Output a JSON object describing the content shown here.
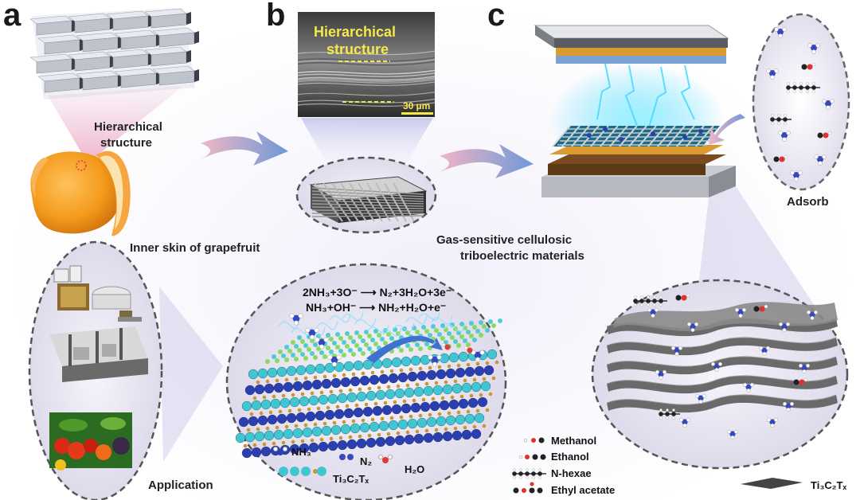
{
  "panels": {
    "a": "a",
    "b": "b",
    "c": "c"
  },
  "labels": {
    "hierarchical_structure_line1": "Hierarchical",
    "hierarchical_structure_line2": "structure",
    "sem_title_line1": "Hierarchical",
    "sem_title_line2": "structure",
    "scale_bar": "30 µm",
    "inner_skin": "Inner skin of grapefruit",
    "gas_sensitive_line1": "Gas-sensitive cellulosic",
    "gas_sensitive_line2": "triboelectric materials",
    "adsorb": "Adsorb",
    "application": "Application",
    "ti3c2tx_corner": "Ti₃C₂Tₓ"
  },
  "equations": {
    "eq1": "2NH₃+3O⁻ ⟶ N₂+3H₂O+3e⁻",
    "eq2": "NH₃+OH⁻ ⟶ NH₂+H₂O+e⁻"
  },
  "reaction_legend": {
    "nh3": "NH₃",
    "n2": "N₂",
    "h2o": "H₂O",
    "ti3c2tx": "Ti₃C₂Tₓ"
  },
  "molecule_legend": [
    {
      "label": "Methanol"
    },
    {
      "label": "Ethanol"
    },
    {
      "label": "N-hexae"
    },
    {
      "label": "Ethyl acetate"
    }
  ],
  "colors": {
    "arrow_start": "#e8a0b0",
    "arrow_end": "#7aa0d8",
    "teal": "#3fc6d0",
    "blue": "#2a3fb0",
    "gold": "#c8962a",
    "glow": "#4fd8ff"
  }
}
